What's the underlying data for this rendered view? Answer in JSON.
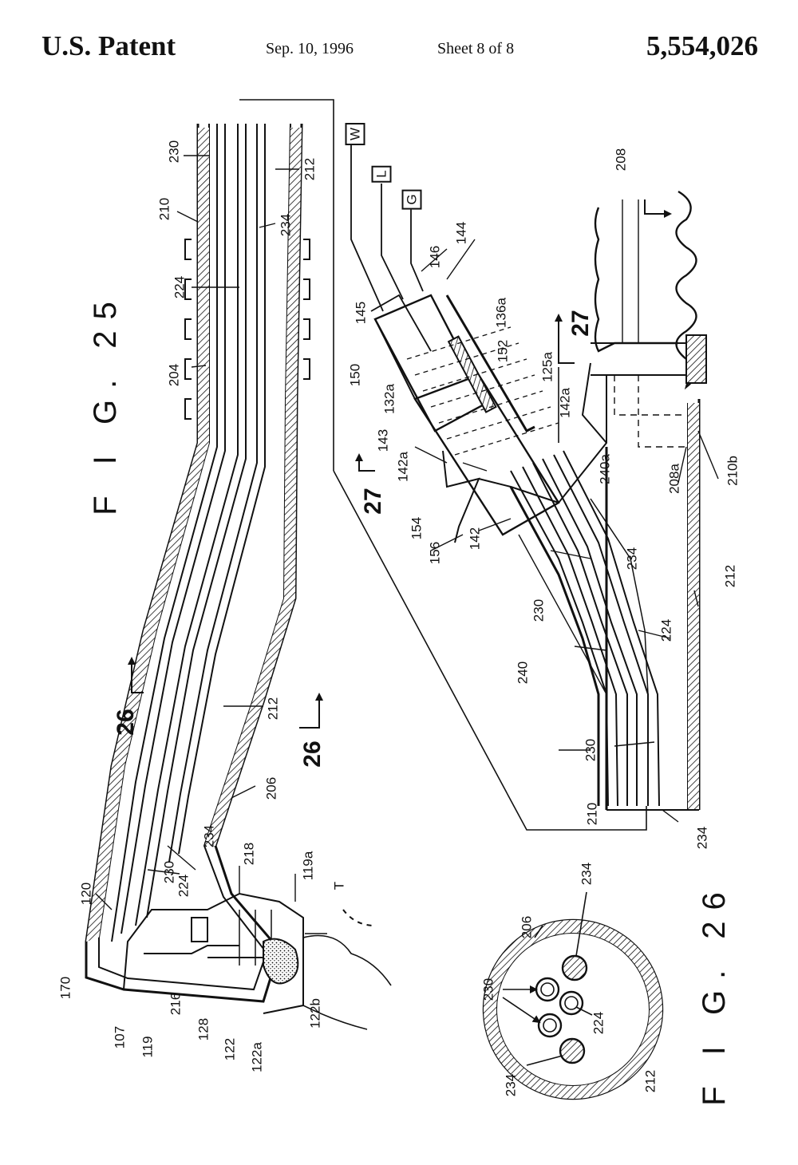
{
  "header": {
    "patent_label": "U.S. Patent",
    "date": "Sep. 10, 1996",
    "sheet": "Sheet 8 of 8",
    "patent_number": "5,554,026"
  },
  "figures": {
    "fig25": "F I G. 25",
    "fig26": "F I G. 26"
  },
  "section_marks": {
    "s26_upper": "26",
    "s26_lower": "26",
    "s27_upper": "27",
    "s27_lower": "27"
  },
  "boxed_labels": {
    "w": "W",
    "l": "L",
    "g": "G"
  },
  "fig25_labels": {
    "n230_top": "230",
    "n212_top": "212",
    "n210_top": "210",
    "n234_top": "234",
    "n224_top": "224",
    "n204": "204",
    "n212_mid": "212",
    "n206": "206",
    "n230_mid": "230",
    "n224_lower": "224",
    "n234_lower": "234",
    "n218": "218",
    "n119a": "119a",
    "n120": "120",
    "n170": "170",
    "n107": "107",
    "n119": "119",
    "n216": "216",
    "n128": "128",
    "n122": "122",
    "n122a": "122a",
    "n122b": "122b",
    "t": "T"
  },
  "fig27_labels": {
    "n208": "208",
    "n144": "144",
    "n146": "146",
    "n145": "145",
    "n150": "150",
    "n136a": "136a",
    "n152": "152",
    "n125a": "125a",
    "n132a": "132a",
    "n142a_right": "142a",
    "n143": "143",
    "n142a_left": "142a",
    "n240a": "240a",
    "n154": "154",
    "n156": "156",
    "n142": "142",
    "n234_mid": "234",
    "n208a": "208a",
    "n210b": "210b",
    "n212": "212",
    "n230": "230",
    "n224": "224",
    "n240": "240",
    "n230_low": "230",
    "n210": "210",
    "n234_bottom": "234"
  },
  "fig26_labels": {
    "n206": "206",
    "n234_top": "234",
    "n230": "230",
    "n224": "224",
    "n212": "212",
    "n234_bottom": "234"
  }
}
